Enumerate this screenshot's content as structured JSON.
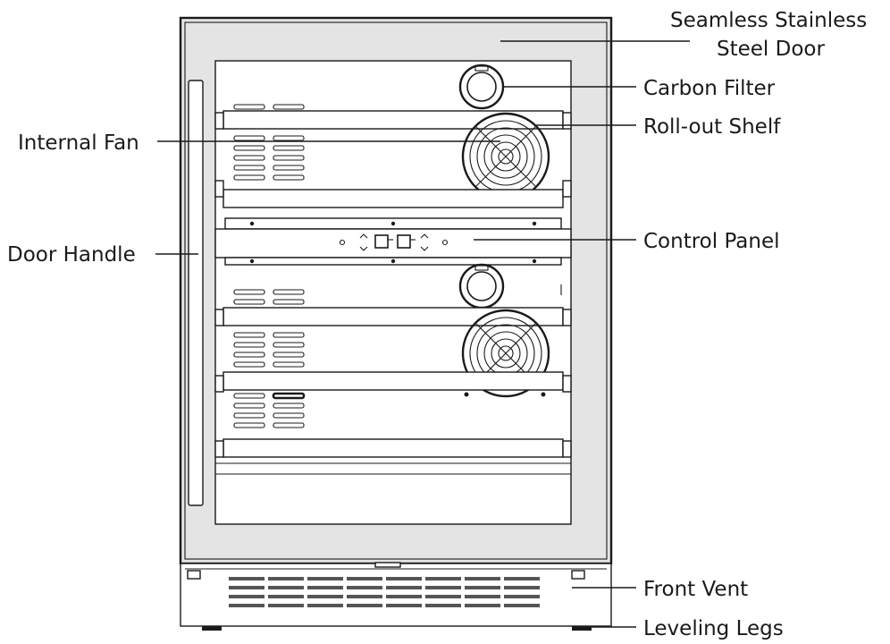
{
  "labels": {
    "door_line1": "Seamless Stainless",
    "door_line2": "Steel Door",
    "carbon_filter": "Carbon Filter",
    "rollout_shelf": "Roll-out Shelf",
    "internal_fan": "Internal Fan",
    "control_panel": "Control Panel",
    "door_handle": "Door Handle",
    "front_vent": "Front Vent",
    "leveling_legs": "Leveling Legs"
  }
}
